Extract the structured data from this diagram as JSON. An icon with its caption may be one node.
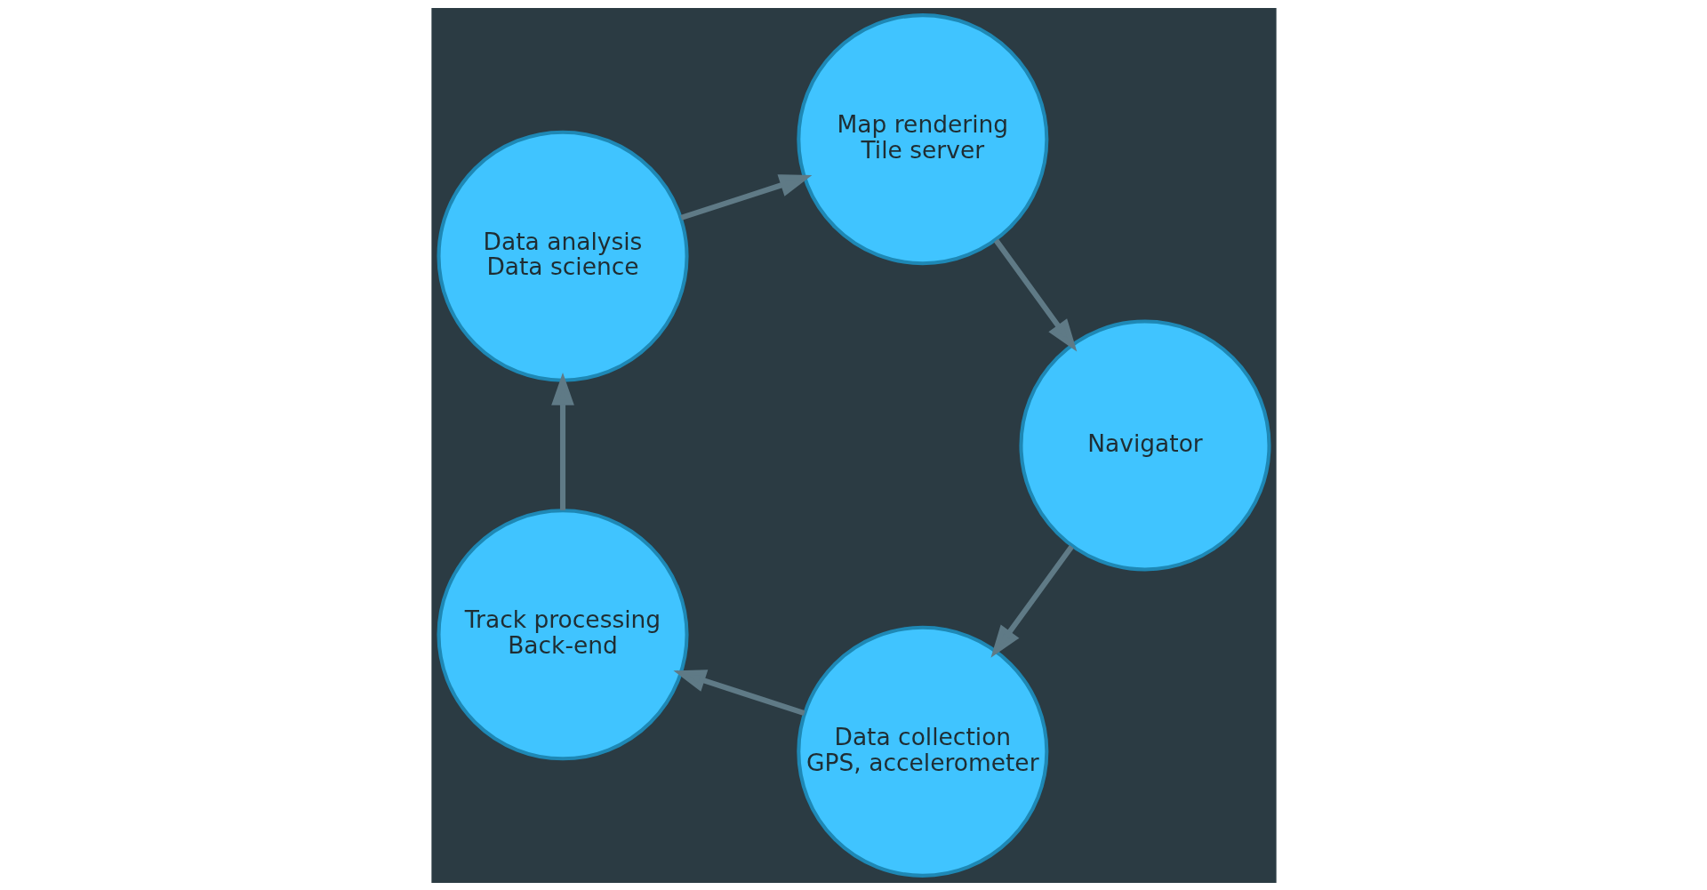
{
  "diagram": {
    "nodes": [
      {
        "text": [
          "Data collection",
          "GPS, accelerometer"
        ]
      },
      {
        "text": [
          "Track processing",
          "Back-end"
        ]
      },
      {
        "text": [
          "Data analysis",
          "Data science"
        ]
      },
      {
        "text": [
          "Map rendering",
          "Tile server"
        ]
      },
      {
        "text": [
          "Navigator"
        ]
      }
    ],
    "edges": [
      {
        "from": 0,
        "to": 1,
        "arrow": "to"
      },
      {
        "from": 1,
        "to": 2,
        "arrow": "to"
      },
      {
        "from": 2,
        "to": 3,
        "arrow": "to"
      },
      {
        "from": 3,
        "to": 4,
        "arrow": "to"
      },
      {
        "from": 4,
        "to": 0,
        "arrow": "to"
      }
    ]
  }
}
